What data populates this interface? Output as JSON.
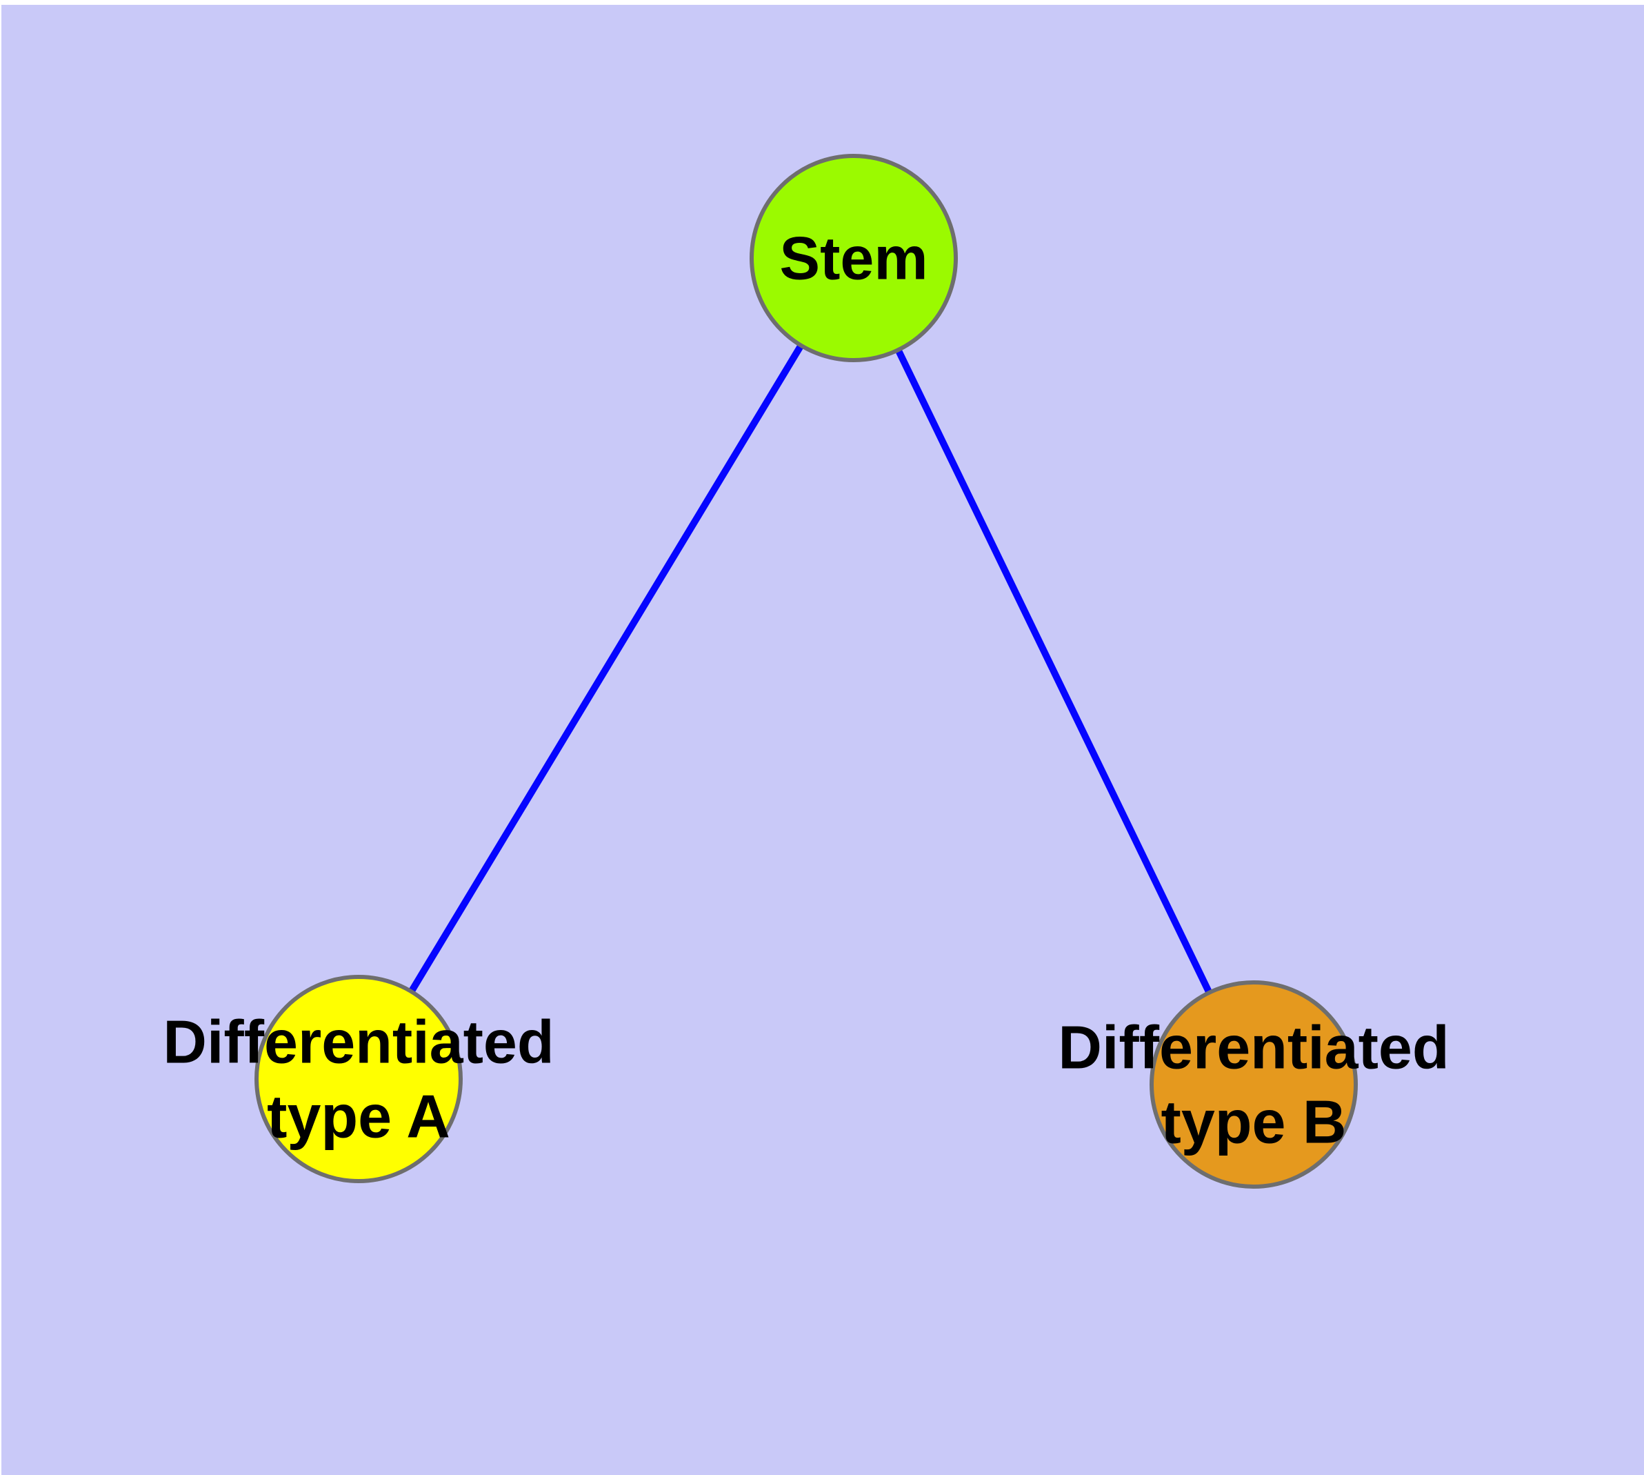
{
  "diagram": {
    "background_color": "#C9C9F8",
    "page_margin_color": "#FFFFFF",
    "edge_color": "#0505FF",
    "node_border_color": "#6E6E6E",
    "label_color": "#000000",
    "nodes": [
      {
        "id": "stem",
        "label": "Stem",
        "color": "#9BFA00"
      },
      {
        "id": "differentiated-type-a",
        "label": "Differentiated type A",
        "line1": "Differentiated",
        "line2": "type A",
        "color": "#FFFF00"
      },
      {
        "id": "differentiated-type-b",
        "label": "Differentiated type B",
        "line1": "Differentiated",
        "line2": "type B",
        "color": "#E5991E"
      }
    ],
    "edges": [
      {
        "from": "Stem",
        "to": "Differentiated type A"
      },
      {
        "from": "Stem",
        "to": "Differentiated type B"
      }
    ]
  }
}
